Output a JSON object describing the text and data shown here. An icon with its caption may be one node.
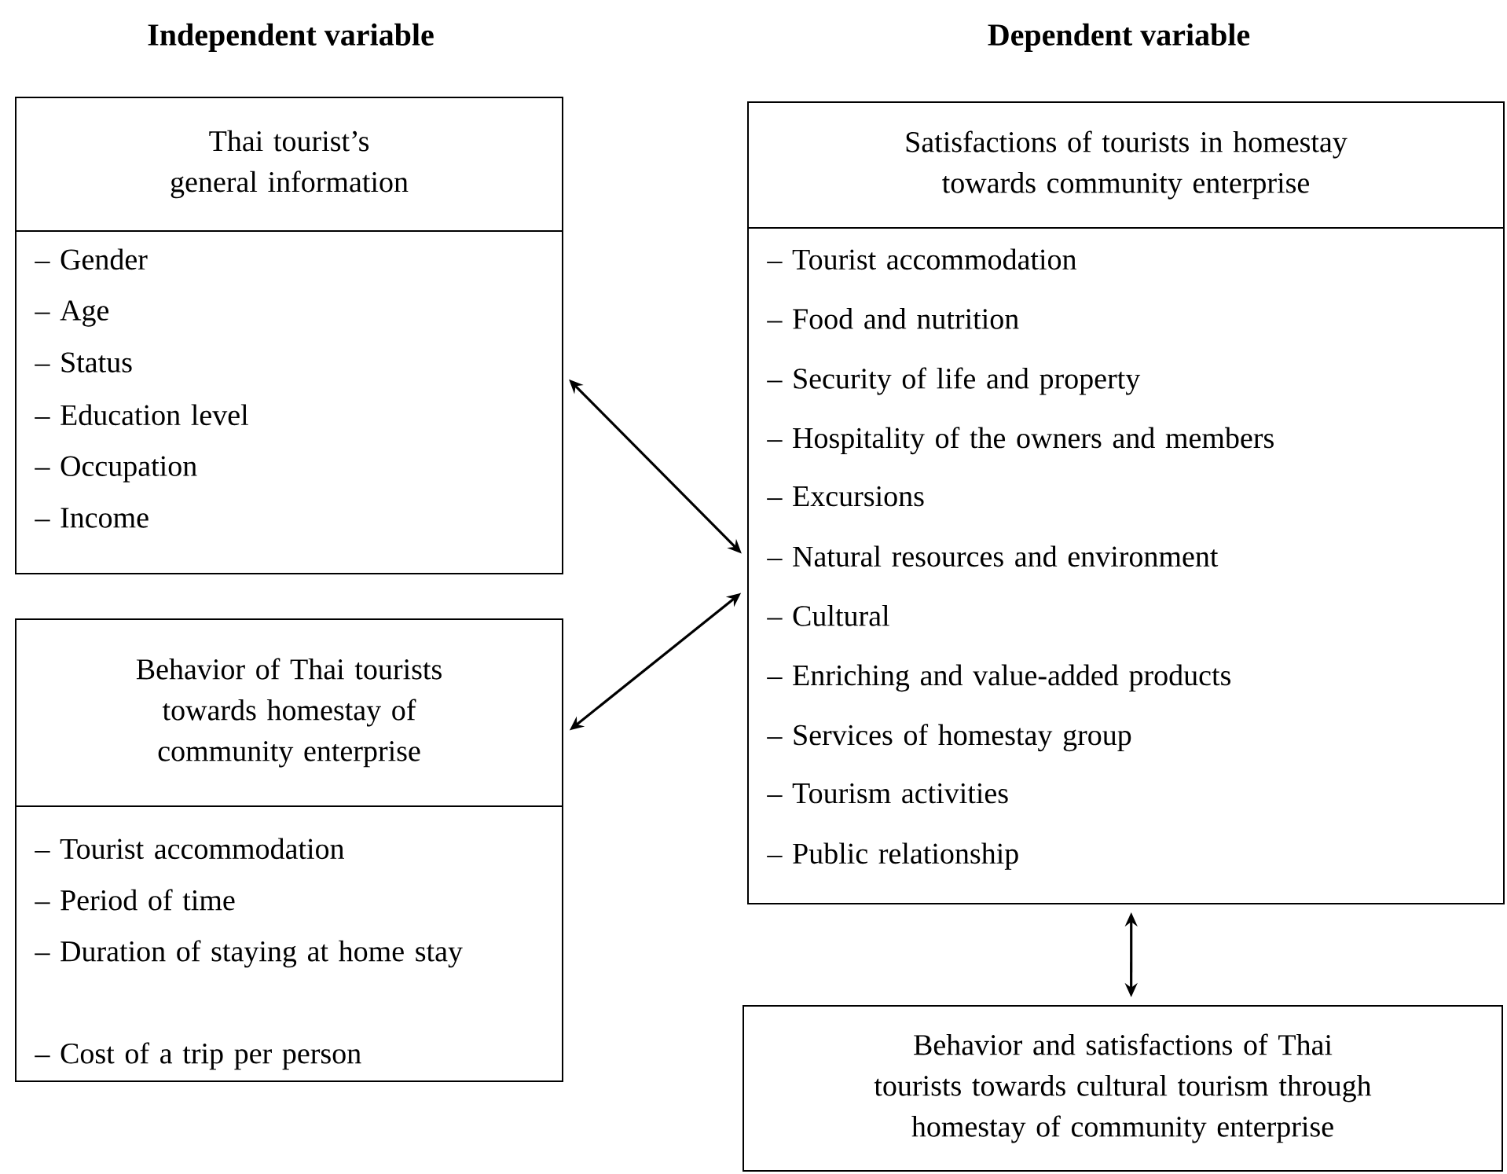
{
  "diagram": {
    "nodes": [
      {
        "text": [
          "Thai tourist’s general information",
          "– Gender",
          "– Age",
          "– Status",
          "– Education level",
          "– Occupation",
          "– Income"
        ]
      },
      {
        "text": [
          "Behavior of Thai tourists towards homestay of community enterprise",
          "– Tourist accommodation",
          "– Period of time",
          "– Duration of staying at home stay",
          "– Cost of a trip per person"
        ]
      },
      {
        "text": [
          "Satisfactions of tourists in homestay towards community enterprise",
          "– Tourist accommodation",
          "– Food and nutrition",
          "– Security of life and property",
          "– Hospitality of the owners and members",
          "– Excursions",
          "– Natural resources and environment",
          "– Cultural",
          "– Enriching and value-added products",
          "– Services of homestay group",
          "– Tourism activities",
          "– Public relationship"
        ]
      },
      {
        "text": [
          "Behavior and satisfactions of Thai tourists towards cultural tourism through homestay of community enterprise"
        ]
      }
    ],
    "edges": [
      {
        "from": 0,
        "to": 2,
        "arrow": "both"
      },
      {
        "from": 1,
        "to": 2,
        "arrow": "both"
      },
      {
        "from": 2,
        "to": 3,
        "arrow": "both"
      }
    ],
    "labels": [
      "Independent variable",
      "Dependent variable"
    ]
  }
}
